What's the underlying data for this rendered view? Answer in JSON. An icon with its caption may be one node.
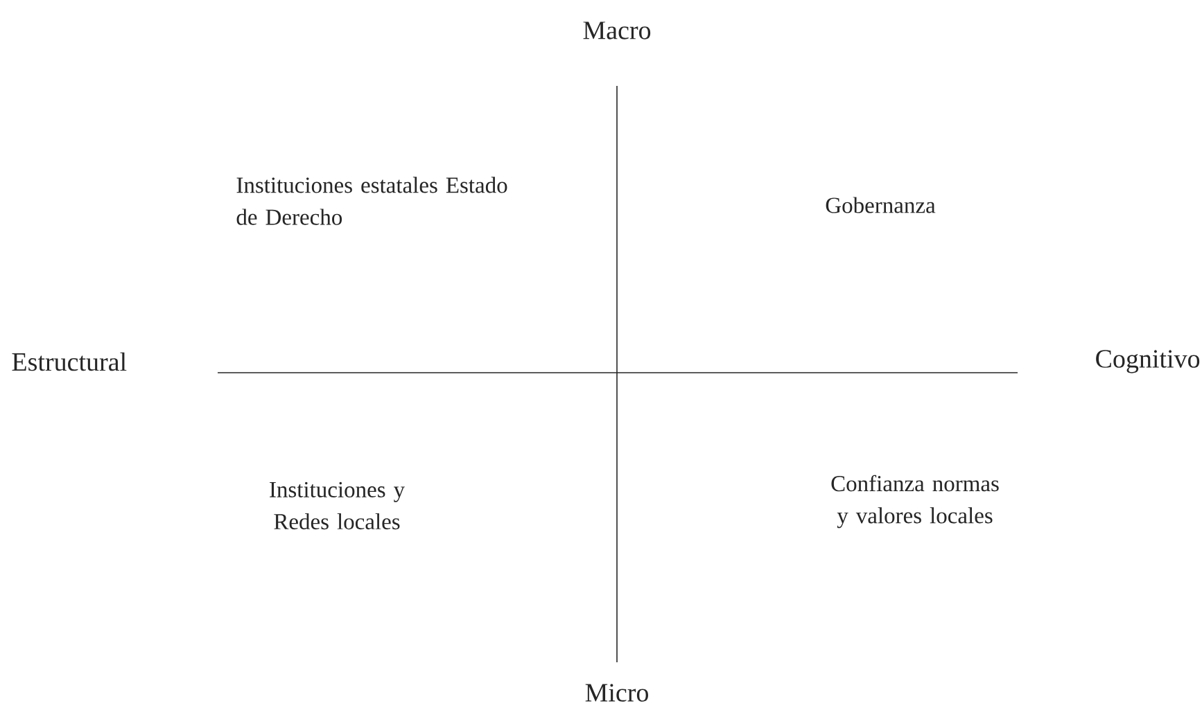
{
  "diagram": {
    "labels": [
      "Macro",
      "Instituciones estatales Estado de Derecho",
      "Gobernanza",
      "Estructural",
      "Cognitivo",
      "Instituciones y Redes locales",
      "Confianza normas y valores locales",
      "Micro"
    ]
  }
}
